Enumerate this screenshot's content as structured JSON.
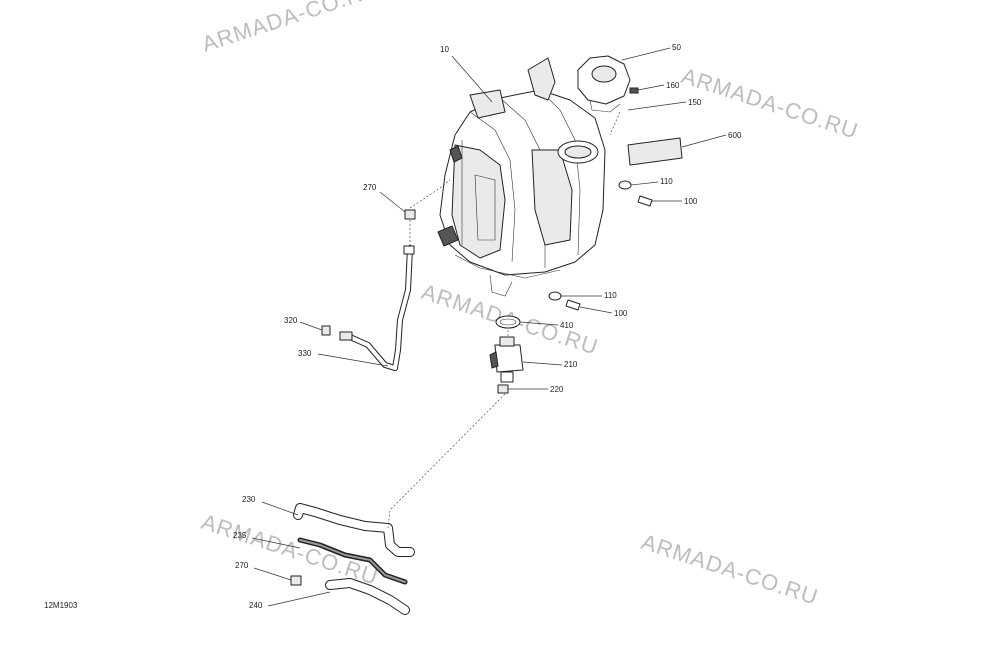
{
  "watermark_text": "ARMADA-CO.RU",
  "drawing_id": "12M1903",
  "callouts": {
    "c10": "10",
    "c50": "50",
    "c160": "160",
    "c150": "150",
    "c600": "600",
    "c110a": "110",
    "c100a": "100",
    "c270a": "270",
    "c110b": "110",
    "c100b": "100",
    "c320": "320",
    "c410": "410",
    "c330": "330",
    "c210": "210",
    "c220": "220",
    "c230": "230",
    "c235": "235",
    "c270b": "270",
    "c240": "240"
  }
}
